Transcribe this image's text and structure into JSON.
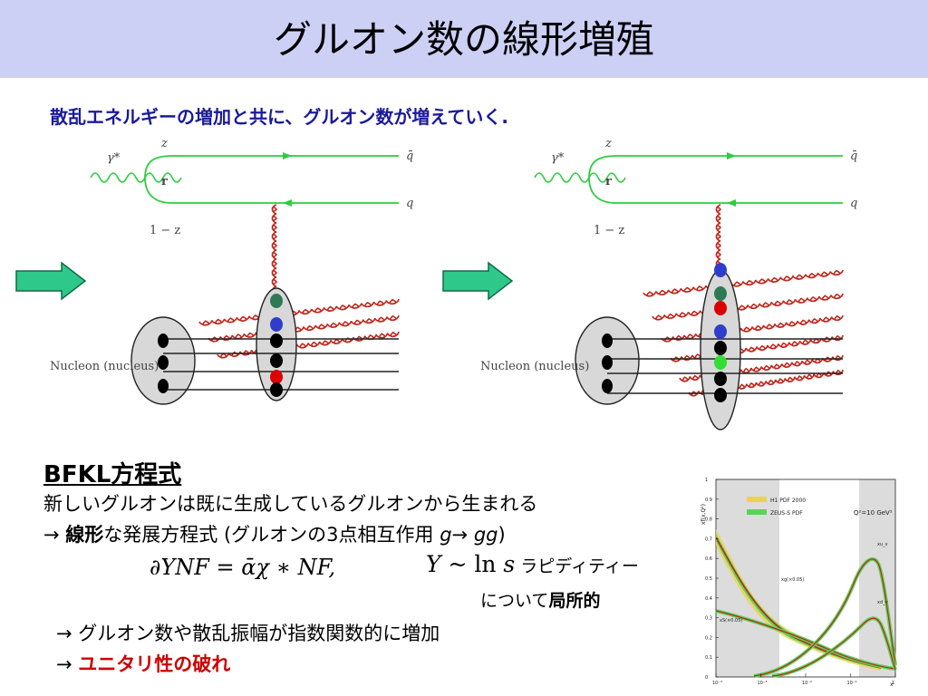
{
  "slide": {
    "title": "グルオン数の線形増殖",
    "subtitle": "散乱エネルギーの増加と共に、グルオン数が増えていく.",
    "diagram_labels": {
      "photon": "γ*",
      "z": "z",
      "r": "r",
      "one_minus_z": "1 − z",
      "qbar": "q̄",
      "q": "q",
      "nucleon": "Nucleon (nucleus)"
    },
    "bfkl_heading": "BFKL方程式",
    "line1": "新しいグルオンは既に生成しているグルオンから生まれる",
    "line2_prefix": "→ ",
    "line2_bold": "線形",
    "line2_mid": "な発展方程式 (グルオンの3点相互作用 ",
    "line2_g": "g",
    "line2_arrow": "→ ",
    "line2_gg": "gg",
    "line2_close": ")",
    "formula": "∂YNF = ᾱχ ∗ NF,",
    "rapidity_math_Y": "Y",
    "rapidity_math_rest": " ~ ln ",
    "rapidity_math_s": "s",
    "rapidity_text": " ラピディティー",
    "local_prefix": "について",
    "local_bold": "局所的",
    "line3": "→ グルオン数や散乱振幅が指数関数的に増加",
    "line4_prefix": "→ ",
    "line4_red": "ユニタリ性の破れ"
  },
  "plot": {
    "legend": [
      "H1 PDF 2000",
      "ZEUS-S PDF"
    ],
    "q2_label": "Q²=10 GeV²",
    "ylabel": "xf(x,Q²)",
    "xlabel": "x",
    "curve_labels": [
      "xu_v",
      "xd_v",
      "xg(×0.05)",
      "xS(×0.05)"
    ],
    "yticks": [
      "0",
      "0.1",
      "0.2",
      "0.3",
      "0.4",
      "0.5",
      "0.6",
      "0.7",
      "0.8",
      "0.9",
      "1"
    ],
    "xticks": [
      "10⁻⁴",
      "10⁻³",
      "10⁻²",
      "10⁻¹",
      "1"
    ],
    "colors": {
      "h1": "#e8d44a",
      "zeus": "#5ad35a",
      "curve": "#c0261c"
    }
  },
  "colors": {
    "title_bar": "#ccd0f5",
    "subtitle": "#1a1a99",
    "quark_line": "#2ecc40",
    "gluon": "#c0261c",
    "arrow_fill": "#2ec98a",
    "emphasis_red": "#cc0000"
  }
}
